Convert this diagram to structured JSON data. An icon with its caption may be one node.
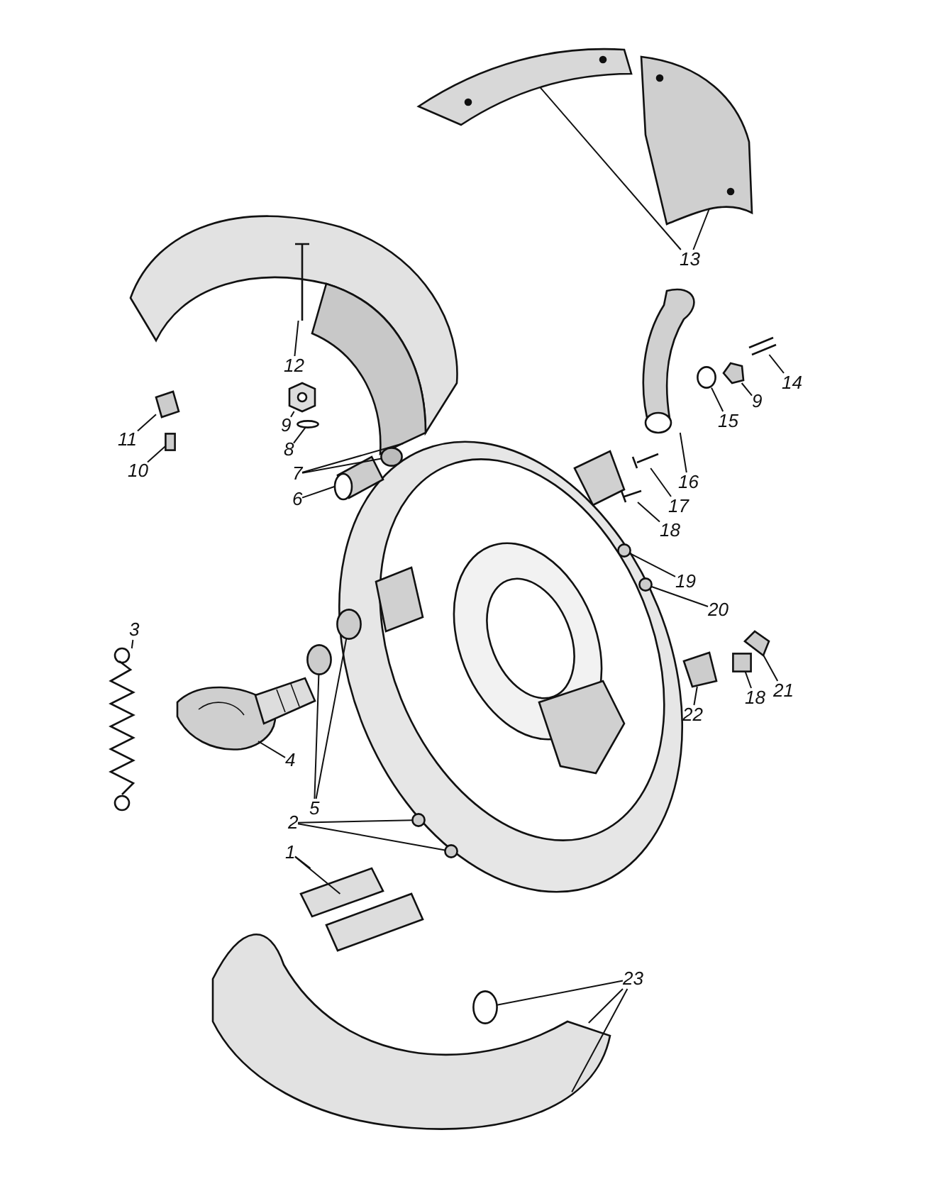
{
  "diagram": {
    "nodes": [
      {
        "text": [
          "13"
        ]
      },
      {
        "text": [
          "12"
        ]
      },
      {
        "text": [
          "14"
        ]
      },
      {
        "text": [
          "9"
        ]
      },
      {
        "text": [
          "15"
        ]
      },
      {
        "text": [
          "11"
        ]
      },
      {
        "text": [
          "9"
        ]
      },
      {
        "text": [
          "16"
        ]
      },
      {
        "text": [
          "8"
        ]
      },
      {
        "text": [
          "10"
        ]
      },
      {
        "text": [
          "7"
        ]
      },
      {
        "text": [
          "17"
        ]
      },
      {
        "text": [
          "6"
        ]
      },
      {
        "text": [
          "18"
        ]
      },
      {
        "text": [
          "19"
        ]
      },
      {
        "text": [
          "20"
        ]
      },
      {
        "text": [
          "3"
        ]
      },
      {
        "text": [
          "21"
        ]
      },
      {
        "text": [
          "18"
        ]
      },
      {
        "text": [
          "22"
        ]
      },
      {
        "text": [
          "4"
        ]
      },
      {
        "text": [
          "5"
        ]
      },
      {
        "text": [
          "2"
        ]
      },
      {
        "text": [
          "1"
        ]
      },
      {
        "text": [
          "23"
        ]
      },
      {
        "text": [],
        "shape": "picture"
      },
      {
        "text": [],
        "shape": "picture"
      },
      {
        "text": [],
        "shape": "picture"
      },
      {
        "text": [],
        "shape": "picture"
      },
      {
        "text": [],
        "shape": "picture"
      },
      {
        "text": [],
        "shape": "picture"
      },
      {
        "text": [],
        "shape": "circle"
      },
      {
        "text": [],
        "shape": "picture"
      },
      {
        "text": [],
        "shape": "picture"
      },
      {
        "text": [],
        "shape": "circle"
      },
      {
        "text": [],
        "shape": "picture"
      },
      {
        "text": [],
        "shape": "circle"
      },
      {
        "text": [],
        "shape": "box"
      },
      {
        "text": [],
        "shape": "picture"
      },
      {
        "text": [],
        "shape": "picture"
      },
      {
        "text": [],
        "shape": "picture"
      },
      {
        "text": [],
        "shape": "circle"
      },
      {
        "text": [],
        "shape": "circle"
      },
      {
        "text": [],
        "shape": "picture"
      },
      {
        "text": [],
        "shape": "picture"
      },
      {
        "text": [],
        "shape": "box"
      },
      {
        "text": [],
        "shape": "picture"
      },
      {
        "text": [],
        "shape": "circle"
      },
      {
        "text": [],
        "shape": "circle"
      },
      {
        "text": [],
        "shape": "picture"
      },
      {
        "text": [],
        "shape": "circle"
      },
      {
        "text": [],
        "shape": "circle"
      },
      {
        "text": [],
        "shape": "picture"
      },
      {
        "text": [],
        "shape": "picture"
      },
      {
        "text": [],
        "shape": "picture"
      },
      {
        "text": [],
        "shape": "circle"
      }
    ],
    "edges": [
      {
        "from": 0,
        "to": 25,
        "arrow": "none"
      },
      {
        "from": 0,
        "to": 26,
        "arrow": "none"
      },
      {
        "from": 1,
        "to": 28,
        "arrow": "none"
      },
      {
        "from": 2,
        "to": 29,
        "arrow": "none"
      },
      {
        "from": 3,
        "to": 30,
        "arrow": "none"
      },
      {
        "from": 4,
        "to": 31,
        "arrow": "none"
      },
      {
        "from": 5,
        "to": 32,
        "arrow": "none"
      },
      {
        "from": 6,
        "to": 33,
        "arrow": "none"
      },
      {
        "from": 7,
        "to": 27,
        "arrow": "none"
      },
      {
        "from": 8,
        "to": 34,
        "arrow": "none"
      },
      {
        "from": 9,
        "to": 37,
        "arrow": "none"
      },
      {
        "from": 10,
        "to": 36,
        "arrow": "none"
      },
      {
        "from": 10,
        "to": 35,
        "arrow": "none"
      },
      {
        "from": 11,
        "to": 38,
        "arrow": "none"
      },
      {
        "from": 12,
        "to": 39,
        "arrow": "none"
      },
      {
        "from": 13,
        "to": 40,
        "arrow": "none"
      },
      {
        "from": 14,
        "to": 41,
        "arrow": "none"
      },
      {
        "from": 15,
        "to": 42,
        "arrow": "none"
      },
      {
        "from": 16,
        "to": 44,
        "arrow": "none"
      },
      {
        "from": 17,
        "to": 43,
        "arrow": "none"
      },
      {
        "from": 18,
        "to": 45,
        "arrow": "none"
      },
      {
        "from": 19,
        "to": 46,
        "arrow": "none"
      },
      {
        "from": 20,
        "to": 49,
        "arrow": "none"
      },
      {
        "from": 21,
        "to": 48,
        "arrow": "none"
      },
      {
        "from": 21,
        "to": 47,
        "arrow": "none"
      },
      {
        "from": 22,
        "to": 50,
        "arrow": "none"
      },
      {
        "from": 22,
        "to": 51,
        "arrow": "none"
      },
      {
        "from": 23,
        "to": 52,
        "arrow": "none"
      },
      {
        "from": 23,
        "to": 53,
        "arrow": "none"
      },
      {
        "from": 24,
        "to": 55,
        "arrow": "none"
      },
      {
        "from": 24,
        "to": 54,
        "arrow": "none"
      },
      {
        "from": 24,
        "to": 54,
        "arrow": "none"
      }
    ]
  }
}
